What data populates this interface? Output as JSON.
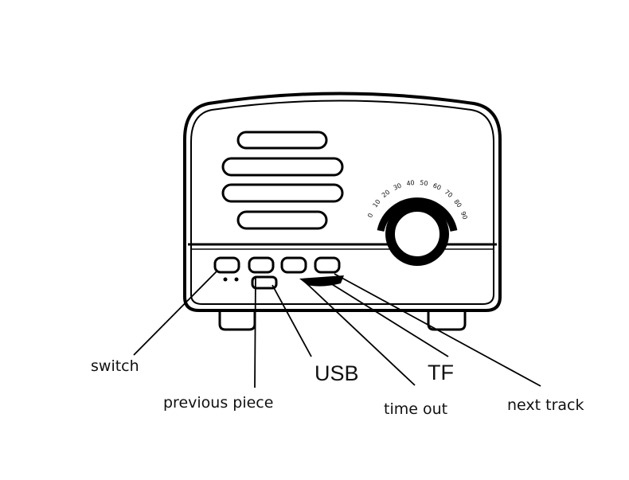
{
  "labels": {
    "switch": "switch",
    "previous_piece": "previous piece",
    "usb": "USB",
    "tf": "TF",
    "time_out": "time out",
    "next_track": "next track"
  },
  "dial": {
    "ticks": [
      "0",
      "10",
      "20",
      "30",
      "40",
      "50",
      "60",
      "70",
      "80",
      "90"
    ]
  }
}
